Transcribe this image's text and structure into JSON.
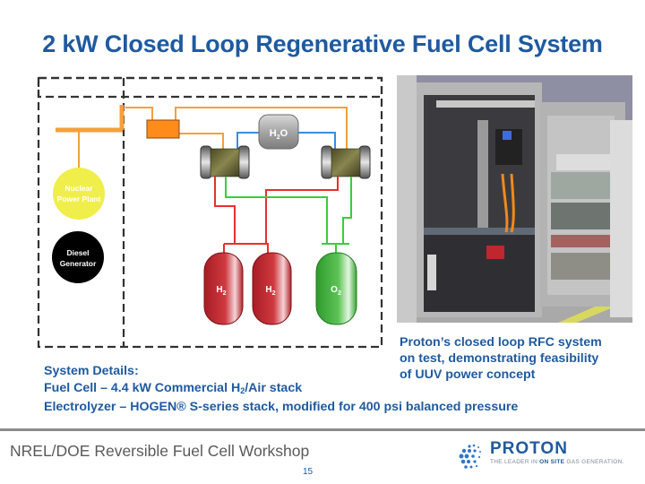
{
  "slide": {
    "title": "2 kW Closed Loop Regenerative Fuel Cell System",
    "page_number": "15"
  },
  "diagram": {
    "nodes": {
      "nuclear": {
        "line1": "Nuclear",
        "line2": "Power Plant",
        "color": "#f0ee4a"
      },
      "diesel": {
        "line1": "Diesel",
        "line2": "Generator",
        "color": "#000000"
      },
      "water_tank": {
        "label": "H",
        "sub": "2",
        "suffix": "O"
      },
      "h2_tank_1": {
        "label": "H",
        "sub": "2"
      },
      "h2_tank_2": {
        "label": "H",
        "sub": "2"
      },
      "o2_tank": {
        "label": "O",
        "sub": "2"
      }
    },
    "colors": {
      "power_line": "#f4a03c",
      "power_box": "#ff8c1a",
      "water_line": "#3a8de0",
      "hydrogen_line": "#e8302c",
      "oxygen_line": "#3ccc3c",
      "hydrogen_tank": "#c0262e",
      "oxygen_tank": "#3fae3a"
    }
  },
  "photo": {
    "alt": "Proton closed loop RFC system cabinet"
  },
  "caption": {
    "lines": [
      "Proton’s closed loop RFC system",
      "on test, demonstrating feasibility",
      "of UUV power concept"
    ]
  },
  "details": {
    "heading": "System Details:",
    "fuel_cell_prefix": "Fuel Cell – 4.4 kW Commercial H",
    "fuel_cell_sub": "2",
    "fuel_cell_suffix": "/Air stack",
    "electrolyzer": "Electrolyzer – HOGEN® S-series stack, modified for 400 psi balanced pressure"
  },
  "footer": {
    "workshop": "NREL/DOE Reversible Fuel Cell Workshop",
    "logo_name": "PROTON",
    "logo_tag_prefix": "THE LEADER IN ",
    "logo_tag_bold": "ON SITE",
    "logo_tag_suffix": " GAS GENERATION."
  }
}
